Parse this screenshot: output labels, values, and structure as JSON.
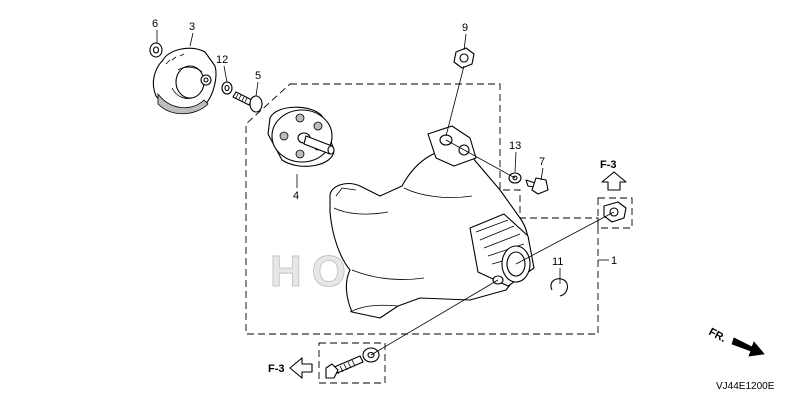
{
  "callouts": {
    "c1": "1",
    "c3": "3",
    "c4": "4",
    "c5": "5",
    "c6": "6",
    "c7": "7",
    "c9": "9",
    "c11": "11",
    "c12": "12",
    "c13": "13"
  },
  "references": {
    "upper": "F-3",
    "lower": "F-3",
    "direction": "FR."
  },
  "watermark": "HONDA",
  "diagram_code": "VJ44E1200E",
  "colors": {
    "line": "#000000",
    "shade": "#bdbdbd",
    "watermark": "#e7e7e7"
  }
}
